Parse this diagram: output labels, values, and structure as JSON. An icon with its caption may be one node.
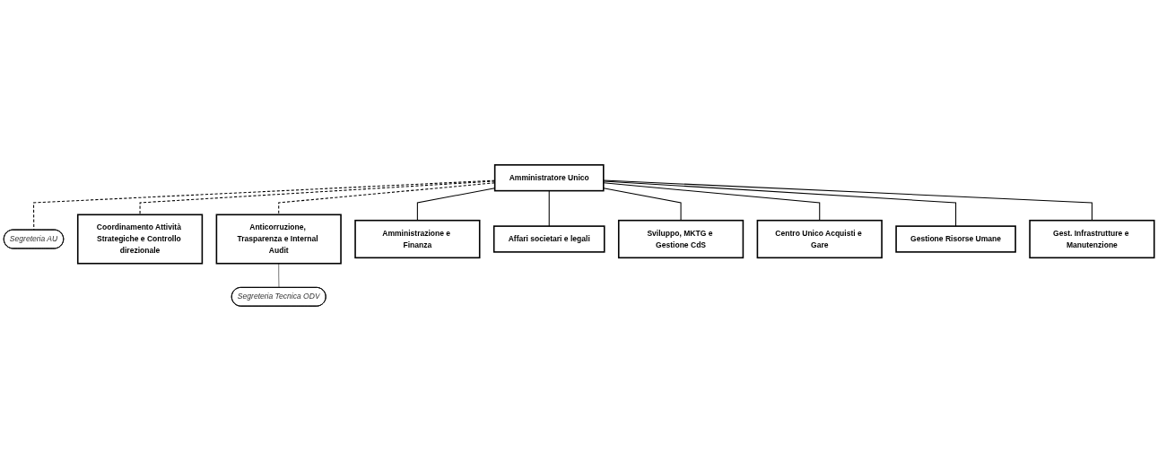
{
  "diagram": {
    "nodes": [
      {
        "text": [
          "Amministratore Unico"
        ]
      },
      {
        "text": [
          "Segreteria AU"
        ]
      },
      {
        "text": [
          "Coordinamento Attività Strategiche e Controllo direzionale"
        ]
      },
      {
        "text": [
          "Anticorruzione, Trasparenza e Internal Audit"
        ]
      },
      {
        "text": [
          "Segreteria Tecnica ODV"
        ]
      },
      {
        "text": [
          "Amministrazione e Finanza"
        ]
      },
      {
        "text": [
          "Affari societari e legali"
        ]
      },
      {
        "text": [
          "Sviluppo, MKTG e Gestione CdS"
        ]
      },
      {
        "text": [
          "Centro Unico Acquisti e Gare"
        ]
      },
      {
        "text": [
          "Gestione Risorse Umane"
        ]
      },
      {
        "text": [
          "Gest. Infrastrutture e Manutenzione"
        ]
      }
    ],
    "edges": [
      {
        "from": 0,
        "to": 1,
        "arrow": "none",
        "style": "dashed"
      },
      {
        "from": 0,
        "to": 2,
        "arrow": "none",
        "style": "dashed"
      },
      {
        "from": 0,
        "to": 3,
        "arrow": "none",
        "style": "dashed"
      },
      {
        "from": 3,
        "to": 4,
        "arrow": "none",
        "color": "#808080"
      },
      {
        "from": 0,
        "to": 5,
        "arrow": "none"
      },
      {
        "from": 0,
        "to": 6,
        "arrow": "none"
      },
      {
        "from": 0,
        "to": 7,
        "arrow": "none"
      },
      {
        "from": 0,
        "to": 8,
        "arrow": "none"
      },
      {
        "from": 0,
        "to": 9,
        "arrow": "none"
      },
      {
        "from": 0,
        "to": 10,
        "arrow": "none"
      }
    ]
  }
}
